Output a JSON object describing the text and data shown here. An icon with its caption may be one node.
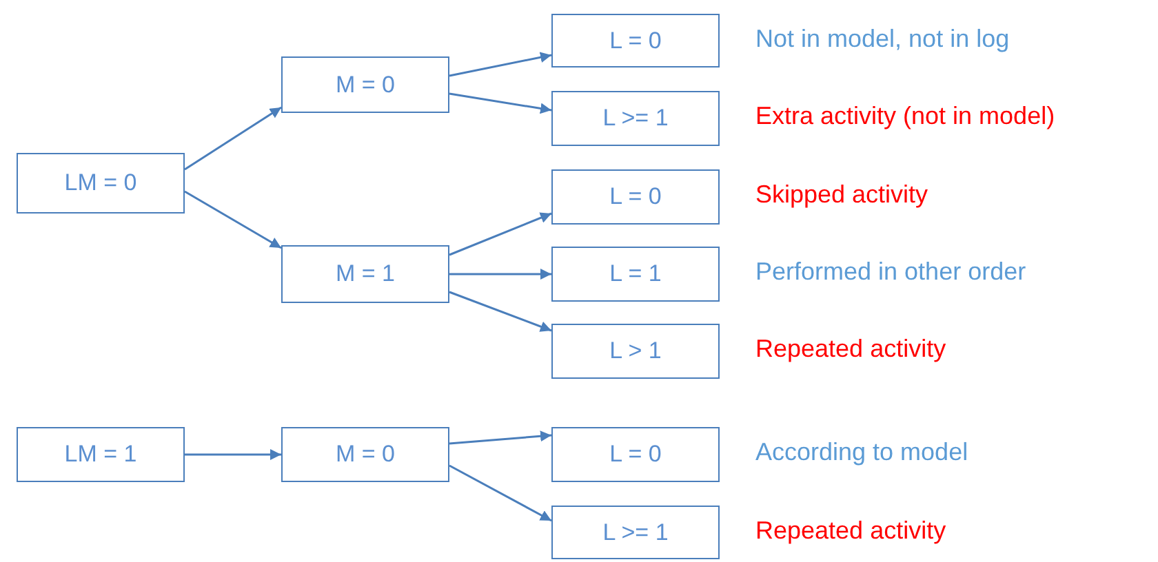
{
  "diagram": {
    "nodes": [
      {
        "text": [
          "LM = 0"
        ]
      },
      {
        "text": [
          "M = 0"
        ]
      },
      {
        "text": [
          "M = 1"
        ]
      },
      {
        "text": [
          "L = 0"
        ],
        "beside": [
          "Not in model, not in log"
        ]
      },
      {
        "text": [
          "L >= 1"
        ],
        "beside": [
          "Extra activity (not in model)"
        ]
      },
      {
        "text": [
          "L = 0"
        ],
        "beside": [
          "Skipped activity"
        ]
      },
      {
        "text": [
          "L = 1"
        ],
        "beside": [
          "Performed in other order"
        ]
      },
      {
        "text": [
          "L > 1"
        ],
        "beside": [
          "Repeated activity"
        ]
      },
      {
        "text": [
          "LM = 1"
        ]
      },
      {
        "text": [
          "M = 0"
        ]
      },
      {
        "text": [
          "L = 0"
        ],
        "beside": [
          "According to model"
        ]
      },
      {
        "text": [
          "L >= 1"
        ],
        "beside": [
          "Repeated activity"
        ]
      }
    ],
    "edges": [
      {
        "from": 0,
        "to": 1,
        "arrow": "to"
      },
      {
        "from": 0,
        "to": 2,
        "arrow": "to"
      },
      {
        "from": 1,
        "to": 3,
        "arrow": "to"
      },
      {
        "from": 1,
        "to": 4,
        "arrow": "to"
      },
      {
        "from": 2,
        "to": 5,
        "arrow": "to"
      },
      {
        "from": 2,
        "to": 6,
        "arrow": "to"
      },
      {
        "from": 2,
        "to": 7,
        "arrow": "to"
      },
      {
        "from": 8,
        "to": 9,
        "arrow": "to"
      },
      {
        "from": 9,
        "to": 10,
        "arrow": "to"
      },
      {
        "from": 9,
        "to": 11,
        "arrow": "to"
      }
    ]
  }
}
